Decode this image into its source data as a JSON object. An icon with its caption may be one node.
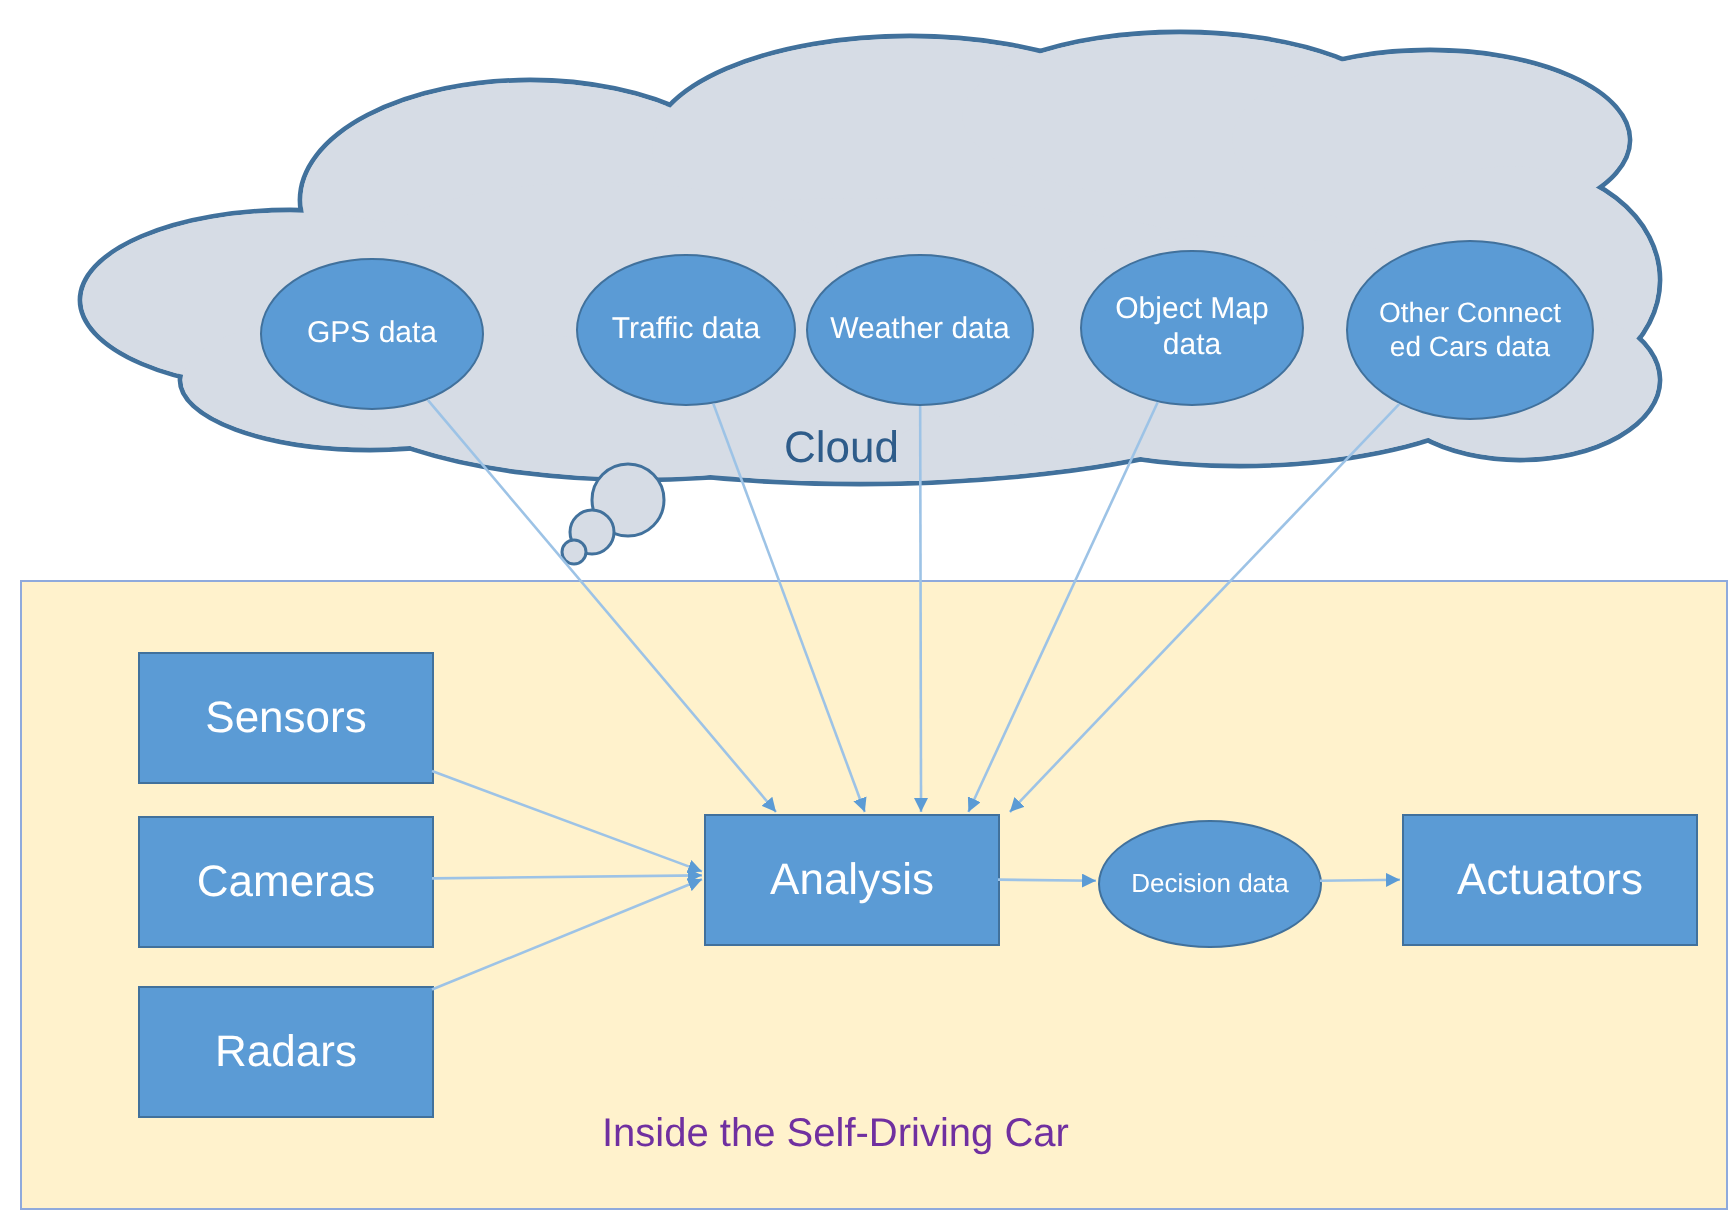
{
  "diagram": {
    "nodes": [
      {
        "text": [
          "Cloud"
        ]
      },
      {
        "text": [
          "GPS data"
        ],
        "in": 0
      },
      {
        "text": [
          "Traffic data"
        ],
        "in": 0
      },
      {
        "text": [
          "Weather data"
        ],
        "in": 0
      },
      {
        "text": [
          "Object Map data"
        ],
        "in": 0
      },
      {
        "text": [
          "Other Connect ed Cars data"
        ],
        "in": 0
      },
      {
        "text": [
          "Inside the Self-Driving Car"
        ]
      },
      {
        "text": [
          "Sensors"
        ],
        "in": 6
      },
      {
        "text": [
          "Cameras"
        ],
        "in": 6
      },
      {
        "text": [
          "Radars"
        ],
        "in": 6
      },
      {
        "text": [
          "Analysis"
        ],
        "in": 6
      },
      {
        "text": [
          "Decision data"
        ],
        "in": 6
      },
      {
        "text": [
          "Actuators"
        ],
        "in": 6
      }
    ],
    "edges": [
      {
        "from": 1,
        "to": 10,
        "arrow": "to"
      },
      {
        "from": 2,
        "to": 10,
        "arrow": "to"
      },
      {
        "from": 3,
        "to": 10,
        "arrow": "to"
      },
      {
        "from": 4,
        "to": 10,
        "arrow": "to"
      },
      {
        "from": 5,
        "to": 10,
        "arrow": "to"
      },
      {
        "from": 7,
        "to": 10,
        "arrow": "to"
      },
      {
        "from": 8,
        "to": 10,
        "arrow": "to"
      },
      {
        "from": 9,
        "to": 10,
        "arrow": "to"
      },
      {
        "from": 10,
        "to": 11,
        "arrow": "to"
      },
      {
        "from": 11,
        "to": 12,
        "arrow": "to"
      }
    ]
  }
}
